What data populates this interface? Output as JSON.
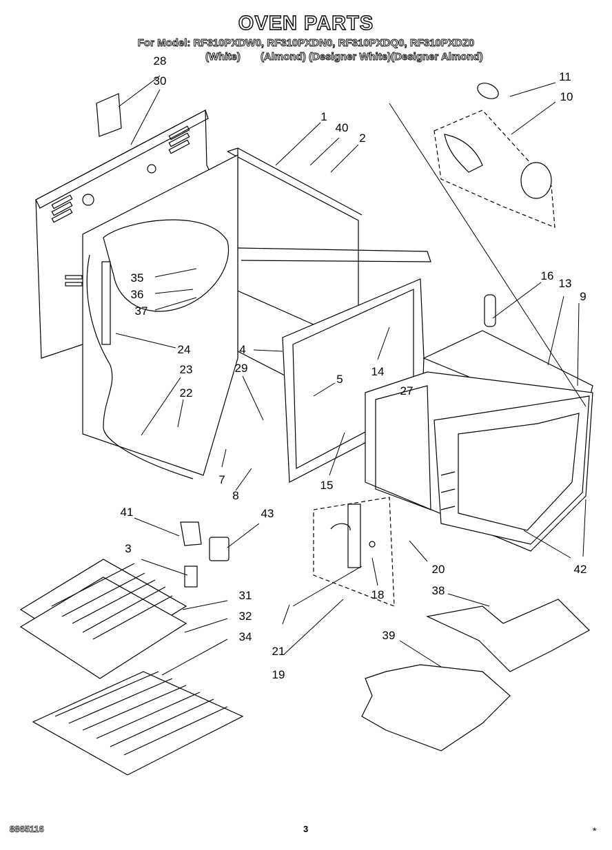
{
  "header": {
    "title": "OVEN PARTS",
    "model_line": "For Model: RF310PXDW0, RF310PXDN0, RF310PXDQ0, RF310PXDZ0",
    "finish_white": "(White)",
    "finish_others": "(Almond) (Designer White)(Designer Almond)"
  },
  "parts": [
    {
      "id": "p28",
      "label": "28"
    },
    {
      "id": "p30",
      "label": "30"
    },
    {
      "id": "p1",
      "label": "1"
    },
    {
      "id": "p40",
      "label": "40"
    },
    {
      "id": "p2",
      "label": "2"
    },
    {
      "id": "p11",
      "label": "11"
    },
    {
      "id": "p10",
      "label": "10"
    },
    {
      "id": "p35",
      "label": "35"
    },
    {
      "id": "p36",
      "label": "36"
    },
    {
      "id": "p37",
      "label": "37"
    },
    {
      "id": "p24",
      "label": "24"
    },
    {
      "id": "p16",
      "label": "16"
    },
    {
      "id": "p13",
      "label": "13"
    },
    {
      "id": "p9",
      "label": "9"
    },
    {
      "id": "p4",
      "label": "4"
    },
    {
      "id": "p14",
      "label": "14"
    },
    {
      "id": "p23",
      "label": "23"
    },
    {
      "id": "p29",
      "label": "29"
    },
    {
      "id": "p22",
      "label": "22"
    },
    {
      "id": "p5",
      "label": "5"
    },
    {
      "id": "p27",
      "label": "27"
    },
    {
      "id": "p7",
      "label": "7"
    },
    {
      "id": "p8",
      "label": "8"
    },
    {
      "id": "p15",
      "label": "15"
    },
    {
      "id": "p41",
      "label": "41"
    },
    {
      "id": "p43",
      "label": "43"
    },
    {
      "id": "p3",
      "label": "3"
    },
    {
      "id": "p20",
      "label": "20"
    },
    {
      "id": "p42",
      "label": "42"
    },
    {
      "id": "p18",
      "label": "18"
    },
    {
      "id": "p31",
      "label": "31"
    },
    {
      "id": "p38",
      "label": "38"
    },
    {
      "id": "p32",
      "label": "32"
    },
    {
      "id": "p34",
      "label": "34"
    },
    {
      "id": "p39",
      "label": "39"
    },
    {
      "id": "p21",
      "label": "21"
    },
    {
      "id": "p19",
      "label": "19"
    }
  ],
  "footer": {
    "code": "8865116",
    "page": "3",
    "mark": "*"
  }
}
